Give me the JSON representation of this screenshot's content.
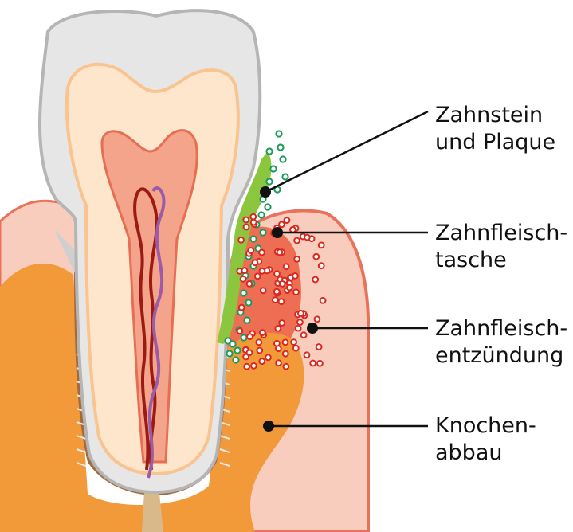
{
  "labels": [
    {
      "id": "calculus",
      "line1": "Zahnstein",
      "line2": "und Plaque"
    },
    {
      "id": "pocket",
      "line1": "Zahnfleisch-",
      "line2": "tasche"
    },
    {
      "id": "gingivitis",
      "line1": "Zahnfleisch-",
      "line2": "entzündung"
    },
    {
      "id": "bone-loss",
      "line1": "Knochen-",
      "line2": "abbau"
    }
  ],
  "colors": {
    "enamel": "#e6e6e6",
    "enamel_outline": "#b5b5b5",
    "dentin": "#fde6cc",
    "dentin_outline": "#f9c48f",
    "pulp": "#f4a48b",
    "pulp_outline": "#e56e53",
    "gum": "#f9cdbd",
    "gum_outline": "#e9735a",
    "inflamed": "#ed6e52",
    "bone": "#f29a3a",
    "plaque": "#8cc63f",
    "bacteria_green": "#1a9a58",
    "bacteria_red": "#d8281f",
    "nerve_red": "#9b1a12",
    "nerve_purple": "#9a5ba8",
    "ligament": "#a56a3b",
    "root_canal_exit": "#d9b98a"
  }
}
